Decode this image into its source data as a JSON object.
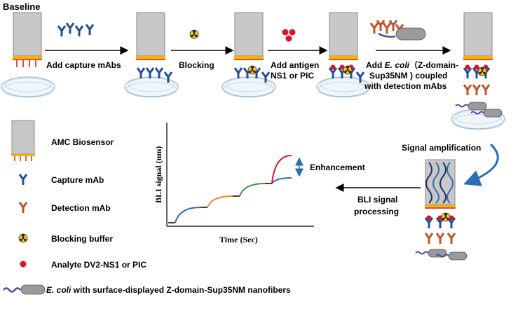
{
  "baseline_label": "Baseline",
  "steps": [
    {
      "line1": "Add capture mAbs"
    },
    {
      "line1": "Blocking"
    },
    {
      "line1": "Add antigen",
      "line2": "NS1 or PIC"
    },
    {
      "line1_pre": "Add ",
      "line1_italic": "E. coli",
      "line1_post": "（Z-domain-",
      "line2": "Sup35NM ) coupled",
      "line3": "with detection mAbs"
    }
  ],
  "signal_amplification": "Signal amplification",
  "processing": {
    "line1": "BLI signal",
    "line2": "processing"
  },
  "graph": {
    "ylabel": "BLI signal (nm)",
    "xlabel": "Time (Sec)",
    "annotation": "Enhancement"
  },
  "legend": [
    {
      "icon": "biosensor-icon",
      "label": "AMC Biosensor"
    },
    {
      "icon": "capture-mab-icon",
      "label": "Capture mAb"
    },
    {
      "icon": "detection-mab-icon",
      "label": "Detection mAb"
    },
    {
      "icon": "blocking-buffer-icon",
      "label": "Blocking buffer"
    },
    {
      "icon": "analyte-icon",
      "label": "Analyte DV2-NS1 or PIC"
    }
  ],
  "ecoli_legend": {
    "italic": "E. coli",
    "rest": " with surface-displayed Z-domain-Sup35NM nanofibers"
  },
  "colors": {
    "capture": "#1f4e9b",
    "detection": "#c0522a",
    "analyte": "#e0102a",
    "sensor": "#c8c8c8",
    "gold": "#f2b20c",
    "curve_blue": "#2c6cb0",
    "curve_orange": "#ee8a30",
    "curve_green": "#3a9a3a",
    "curve_red": "#d11a2a"
  }
}
